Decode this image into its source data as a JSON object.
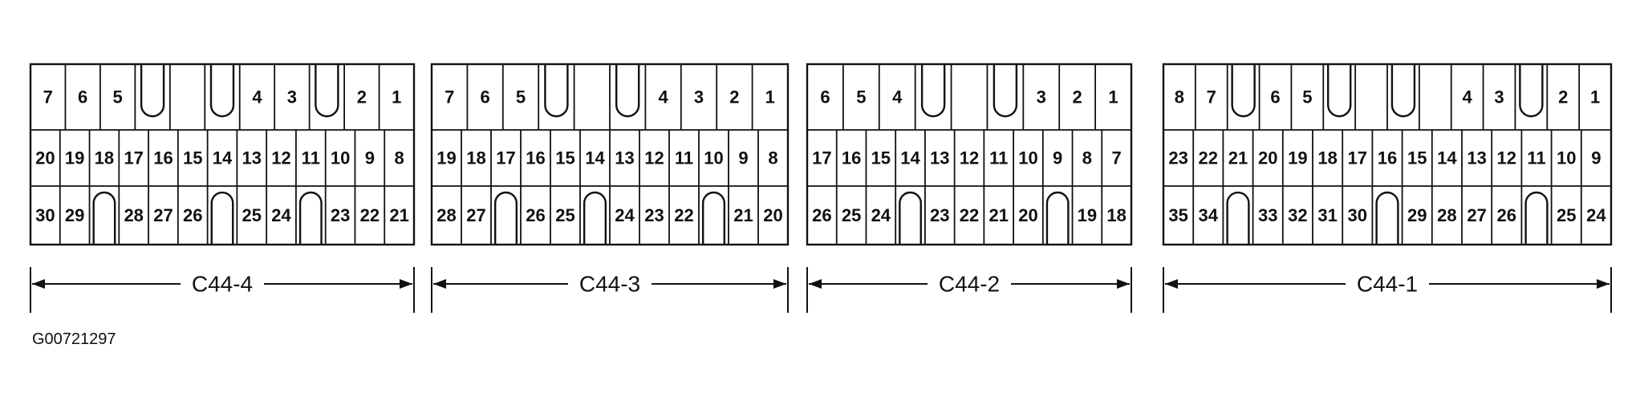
{
  "figure_id": "G00721297",
  "connectors": [
    {
      "label": "C44-4",
      "top": [
        "7",
        "6",
        "5",
        "",
        "",
        "",
        "4",
        "3",
        "",
        "2",
        "1"
      ],
      "top_notches": [
        3,
        5,
        8
      ],
      "mid": [
        "20",
        "19",
        "18",
        "17",
        "16",
        "15",
        "14",
        "13",
        "12",
        "11",
        "10",
        "9",
        "8"
      ],
      "bot": [
        "30",
        "29",
        "",
        "28",
        "27",
        "26",
        "",
        "25",
        "24",
        "",
        "23",
        "22",
        "21"
      ],
      "bot_notches": [
        2,
        6,
        9
      ]
    },
    {
      "label": "C44-3",
      "top": [
        "7",
        "6",
        "5",
        "",
        "",
        "",
        "4",
        "3",
        "2",
        "1"
      ],
      "top_notches": [
        3,
        5
      ],
      "mid": [
        "19",
        "18",
        "17",
        "16",
        "15",
        "14",
        "13",
        "12",
        "11",
        "10",
        "9",
        "8"
      ],
      "bot": [
        "28",
        "27",
        "",
        "26",
        "25",
        "",
        "24",
        "23",
        "22",
        "",
        "21",
        "20"
      ],
      "bot_notches": [
        2,
        5,
        9
      ]
    },
    {
      "label": "C44-2",
      "top": [
        "6",
        "5",
        "4",
        "",
        "",
        "",
        "3",
        "2",
        "1"
      ],
      "top_notches": [
        3,
        5
      ],
      "mid": [
        "17",
        "16",
        "15",
        "14",
        "13",
        "12",
        "11",
        "10",
        "9",
        "8",
        "7"
      ],
      "bot": [
        "26",
        "25",
        "24",
        "",
        "23",
        "22",
        "21",
        "20",
        "",
        "19",
        "18"
      ],
      "bot_notches": [
        3,
        8
      ]
    },
    {
      "label": "C44-1",
      "top": [
        "8",
        "7",
        "",
        "6",
        "5",
        "",
        "",
        "",
        "",
        "4",
        "3",
        "",
        "2",
        "1"
      ],
      "top_notches": [
        2,
        5,
        7,
        11
      ],
      "mid": [
        "23",
        "22",
        "21",
        "20",
        "19",
        "18",
        "17",
        "16",
        "15",
        "14",
        "13",
        "12",
        "11",
        "10",
        "9"
      ],
      "bot": [
        "35",
        "34",
        "",
        "33",
        "32",
        "31",
        "30",
        "",
        "29",
        "28",
        "27",
        "26",
        "",
        "25",
        "24"
      ],
      "bot_notches": [
        2,
        7,
        12
      ]
    }
  ]
}
